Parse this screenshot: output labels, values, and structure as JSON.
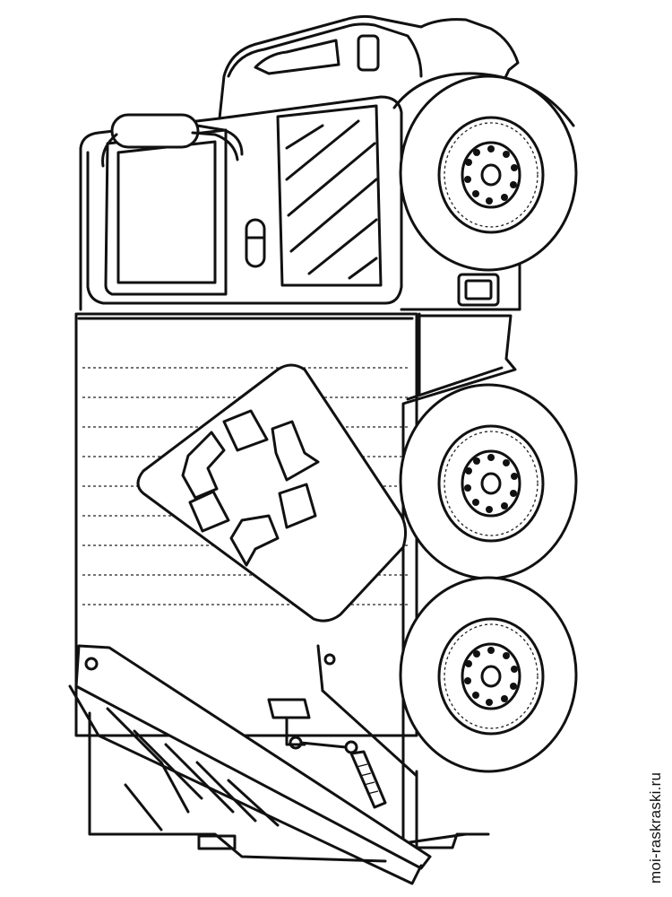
{
  "watermark": {
    "text": "moi-raskraski.ru"
  },
  "illustration": {
    "subject": "garbage truck",
    "style": "black line art coloring page",
    "orientation": "rotated 90 degrees",
    "wheel_count": 3,
    "symbol": "recycling-symbol"
  },
  "colors": {
    "line": "#111111",
    "background": "#ffffff"
  }
}
